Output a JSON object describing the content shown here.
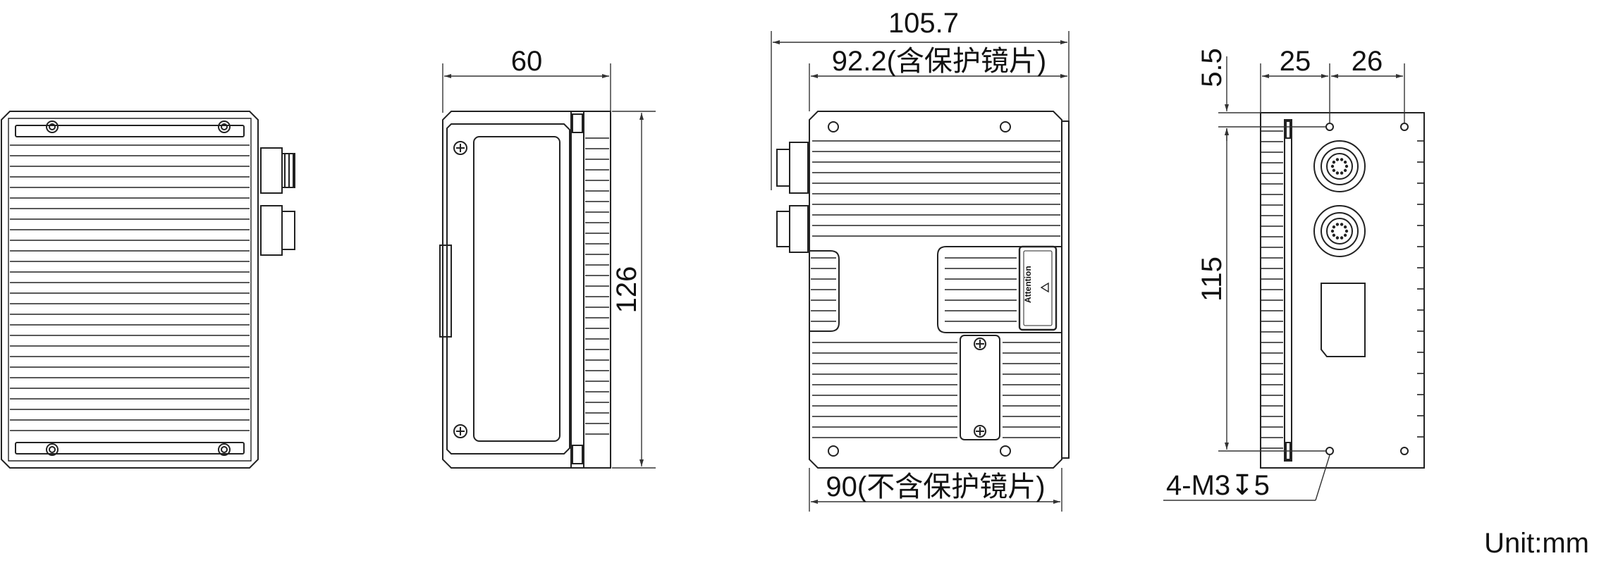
{
  "front_view": {
    "width_overall": "105.7",
    "width_with_cover": "92.2(含保护镜片)",
    "width_without_cover": "90(不含保护镜片)",
    "label_sticker": "Attention"
  },
  "side_view": {
    "width": "60",
    "height": "126"
  },
  "bottom_view": {
    "offset": "5.5",
    "hole_spacing_1": "25",
    "hole_spacing_2": "26",
    "hole_pitch": "115",
    "hole_callout": "4-M3↧5"
  },
  "unit": "Unit:mm"
}
